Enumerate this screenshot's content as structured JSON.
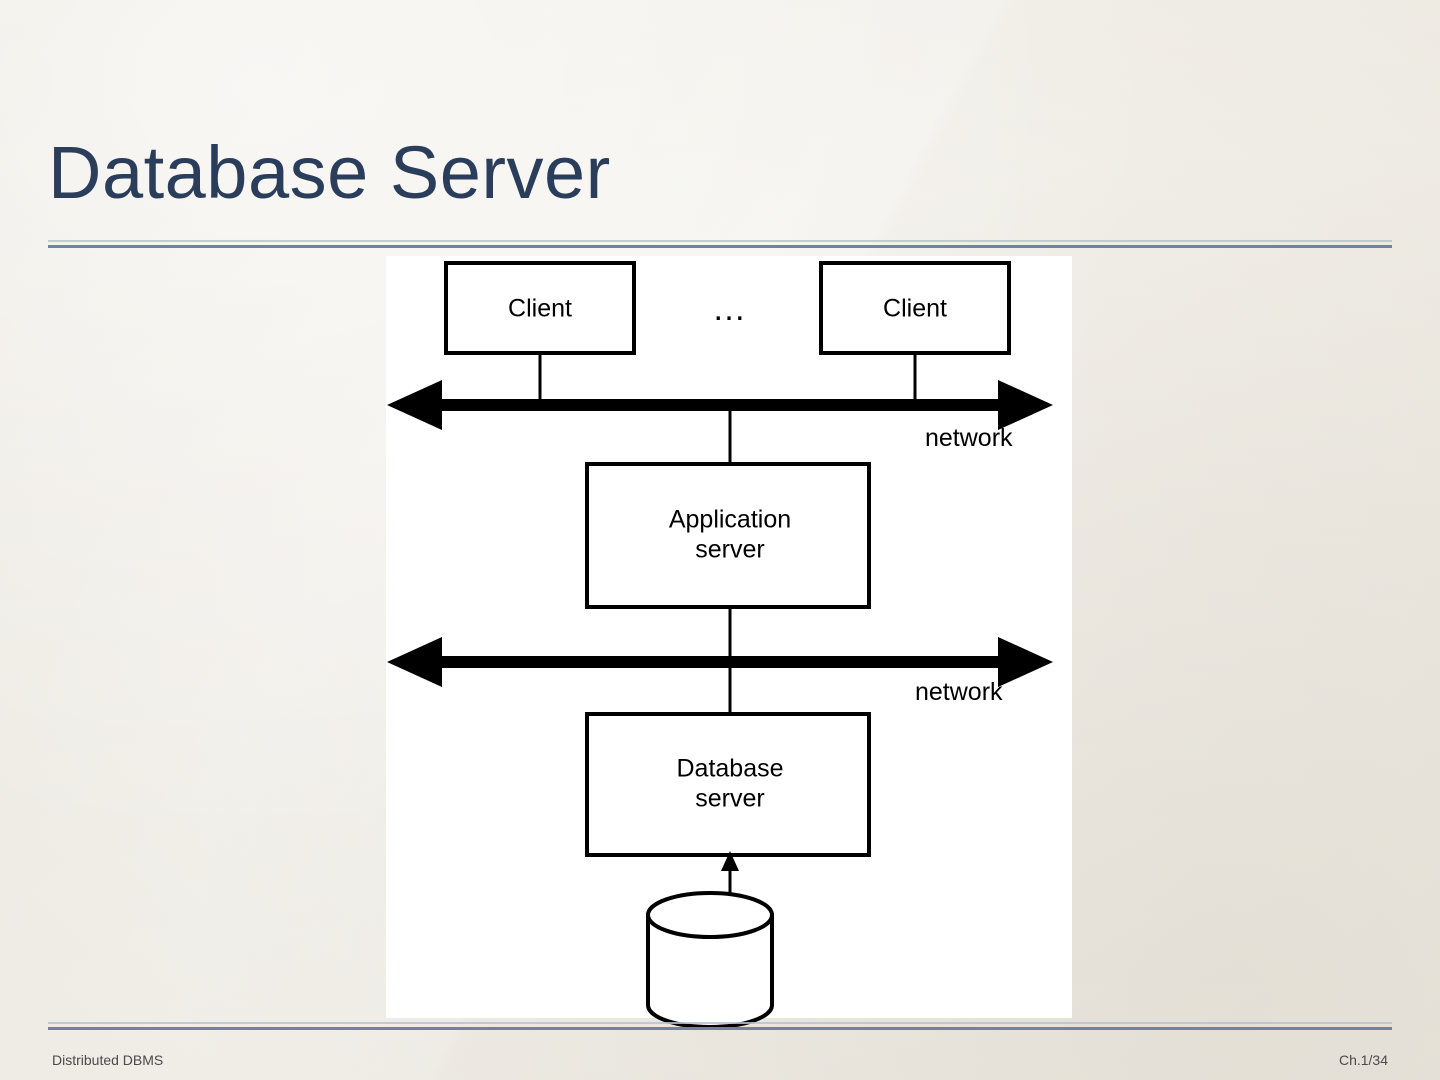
{
  "slide": {
    "title": "Database Server",
    "title_color": "#2a3e5c",
    "background_color": "#f1efe9",
    "accent_rule_color": "#6d82a4"
  },
  "footer": {
    "left_text": "Distributed DBMS",
    "right_text": "Ch.1/34"
  },
  "diagram": {
    "panel_background": "#ffffff",
    "stroke_color": "#000000",
    "nodes": [
      {
        "id": "client-left",
        "label": "Client"
      },
      {
        "id": "client-right",
        "label": "Client"
      },
      {
        "id": "application-server",
        "label_line1": "Application",
        "label_line2": "server"
      },
      {
        "id": "database-server",
        "label_line1": "Database",
        "label_line2": "server"
      },
      {
        "id": "data-store",
        "label": ""
      }
    ],
    "ellipsis": "…",
    "buses": [
      {
        "id": "network-bus-top",
        "label": "network"
      },
      {
        "id": "network-bus-bottom",
        "label": "network"
      }
    ]
  }
}
